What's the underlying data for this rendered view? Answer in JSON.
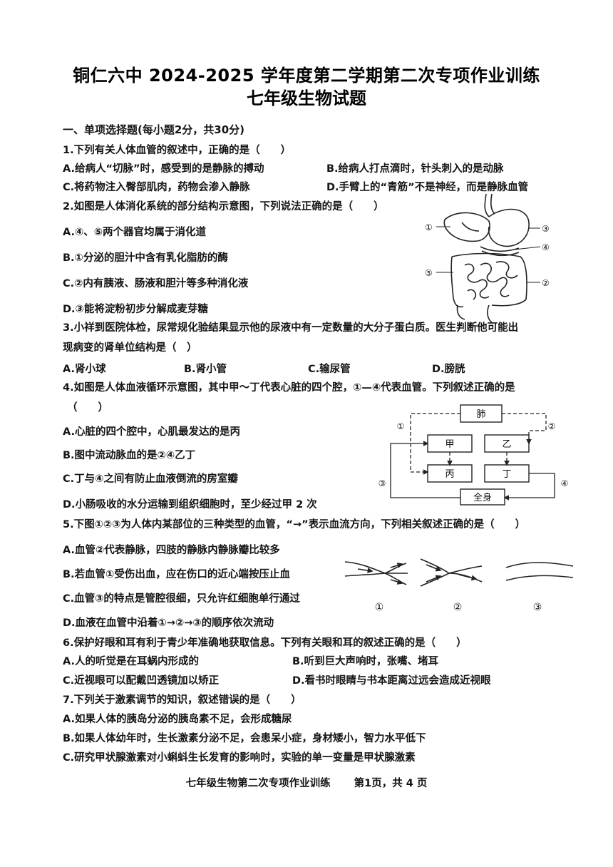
{
  "header": {
    "title": "铜仁六中 2024-2025 学年度第二学期第二次专项作业训练",
    "subtitle": "七年级生物试题"
  },
  "section1": {
    "heading": "一、单项选择题(每小题2分，共30分)"
  },
  "q1": {
    "stem": "1.下列有关人体血管的叙述中，正确的是（　　）",
    "a": "A.给病人“切脉”时，感受到的是静脉的搏动",
    "b": "B.给病人打点滴时，针头刺入的是动脉",
    "c": "C.将药物注入臀部肌肉，药物会渗入静脉",
    "d": "D.手臂上的“青筋”不是神经，而是静脉血管"
  },
  "q2": {
    "stem": "2.如图是人体消化系统的部分结构示意图，下列说法正确的是（　　）",
    "a": "A.④、⑤两个器官均属于消化道",
    "b": "B.①分泌的胆汁中含有乳化脂肪的酶",
    "c": "C.②内有胰液、肠液和胆汁等多种消化液",
    "d": "D.③能将淀粉初步分解成麦芽糖",
    "labels": [
      "①",
      "②",
      "③",
      "④",
      "⑤"
    ]
  },
  "q3": {
    "stem1": "3.小祥到医院体检，尿常规化验结果显示他的尿液中有一定数量的大分子蛋白质。医生判断他可能出",
    "stem2": "现病变的肾单位结构是（　）",
    "a": "A.肾小球",
    "b": "B.肾小管",
    "c": "C.输尿管",
    "d": "D.膀胱"
  },
  "q4": {
    "stem1": "4.如图是人体血液循环示意图，其中甲～丁代表心脏的四个腔，①—④代表血管。下列叙述正确的是",
    "stem2": "（　　）",
    "a": "A.心脏的四个腔中，心肌最发达的是丙",
    "b": "B.图中流动脉血的是②④乙丁",
    "c": "C.丁与④之间有防止血液倒流的房室瓣",
    "d": "D.小肠吸收的水分运输到组织细胞时，至少经过甲 2 次",
    "diagram": {
      "lung": "肺",
      "jia": "甲",
      "yi": "乙",
      "bing": "丙",
      "ding": "丁",
      "body": "全身",
      "v1": "①",
      "v2": "②",
      "v3": "③",
      "v4": "④"
    }
  },
  "q5": {
    "stem": "5.下图①②③为人体内某部位的三种类型的血管，“→”表示血流方向，下列相关叙述正确的是（　　）",
    "a": "A.血管②代表静脉，四肢的静脉内静脉瓣比较多",
    "b": "B.若血管①受伤出血，应在伤口的近心端按压止血",
    "c": "C.血管③的特点是管腔很细，只允许红细胞单行通过",
    "d": "D.血液在血管中沿着①→②→③的顺序依次流动",
    "labels": [
      "①",
      "②",
      "③"
    ]
  },
  "q6": {
    "stem": "6.保护好眼和耳有利于青少年准确地获取信息。下列有关眼和耳的叙述正确的是（　　）",
    "a": "A.人的听觉是在耳蜗内形成的",
    "b": "B.听到巨大声响时，张嘴、堵耳",
    "c": "C.近视眼可以配戴凹透镜加以矫正",
    "d": "D.看书时眼睛与书本距离过远会造成近视眼"
  },
  "q7": {
    "stem": "7.下列关于激素调节的知识，叙述错误的是（　　）",
    "a": "A.如果人体的胰岛分泌的胰岛素不足，会形成糖尿",
    "b": "B.如果人体幼年时，生长激素分泌不足，会患呆小症，身材矮小，智力水平低下",
    "c": "C.研究甲状腺激素对小蝌蚪生长发育的影响时，实验的单一变量是甲状腺激素"
  },
  "footer": {
    "left": "七年级生物第二次专项作业训练",
    "right": "第1页，共 4 页"
  }
}
